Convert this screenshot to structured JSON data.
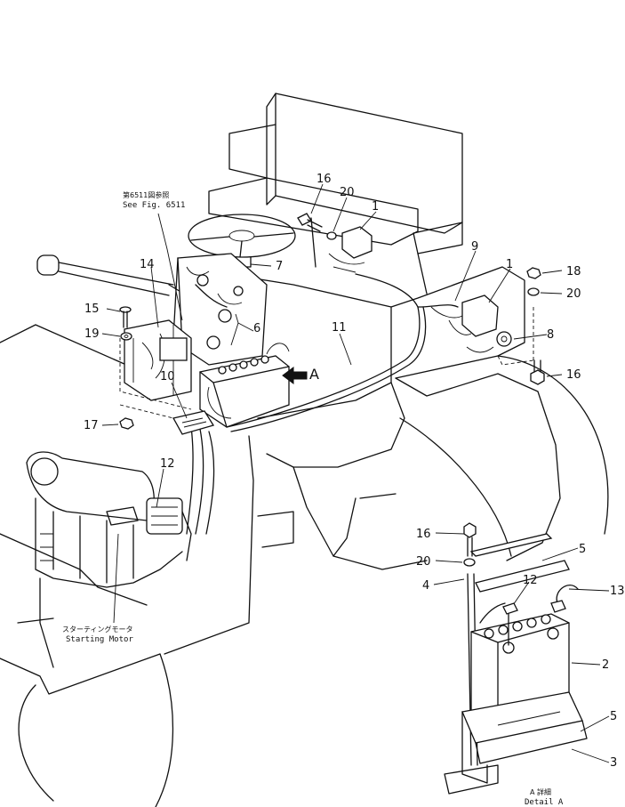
{
  "callouts": {
    "c16a": "16",
    "c20a": "20",
    "c1a": "1",
    "c7": "7",
    "c14": "14",
    "c15": "15",
    "c19": "19",
    "c6": "6",
    "c11": "11",
    "c9": "9",
    "c1b": "1",
    "c18": "18",
    "c20b": "20",
    "c8": "8",
    "c16b": "16",
    "c10": "10",
    "c17": "17",
    "c12a": "12",
    "c16c": "16",
    "c20c": "20",
    "c5a": "5",
    "c4": "4",
    "c12b": "12",
    "c13": "13",
    "c2": "2",
    "c5b": "5",
    "c3": "3"
  },
  "notes": {
    "see_fig_jp": "第6511図参照",
    "see_fig_en": "See Fig. 6511",
    "starting_motor_jp": "スターティングモータ",
    "starting_motor_en": "Starting Motor",
    "view_arrow": "A",
    "detail_jp": "A 詳細",
    "detail_en": "Detail A"
  }
}
